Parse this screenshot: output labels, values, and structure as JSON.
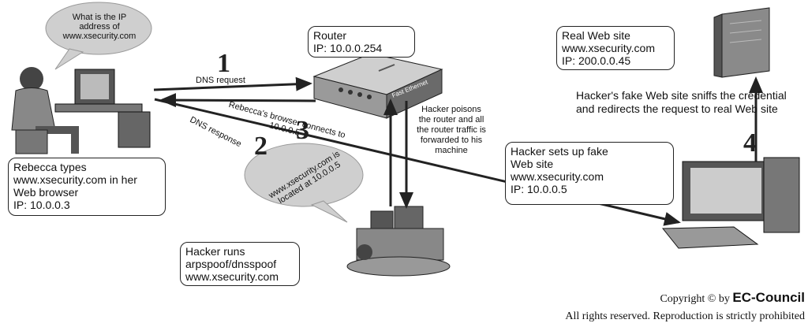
{
  "bubbles": {
    "question": "What is the IP address of www.xsecurity.com",
    "answer": "www.xsecurity.com is located at 10.0.0.5"
  },
  "router_box": {
    "title": "Router",
    "ip": "IP: 10.0.0.254"
  },
  "real_site_box": {
    "title": "Real Web site",
    "domain": "www.xsecurity.com",
    "ip": "IP: 200.0.0.45"
  },
  "rebecca_box": {
    "line1": "Rebecca types",
    "line2": "www.xsecurity.com in her",
    "line3": "Web browser",
    "ip": "IP: 10.0.0.3"
  },
  "hacker_runs_box": {
    "line1": "Hacker runs",
    "line2": "arpspoof/dnsspoof",
    "line3": "www.xsecurity.com"
  },
  "fake_site_box": {
    "line1": "Hacker sets up fake",
    "line2": "Web site",
    "line3": "www.xsecurity.com",
    "ip": "IP: 10.0.0.5"
  },
  "labels": {
    "dns_request": "DNS request",
    "dns_response": "DNS response",
    "browser_connects": "Rebecca's browser connects to 10.0.0.5",
    "poison": "Hacker poisons the router and all the router traffic is forwarded to his machine",
    "sniff": "Hacker's fake Web site sniffs the credential and redirects the request to real Web site"
  },
  "steps": [
    "1",
    "2",
    "3",
    "4"
  ],
  "router_device_text": "Fast Ethernet",
  "copyright": {
    "line1": "Copyright © by",
    "brand": "EC-Council",
    "line2": "All rights reserved. Reproduction is strictly prohibited"
  }
}
